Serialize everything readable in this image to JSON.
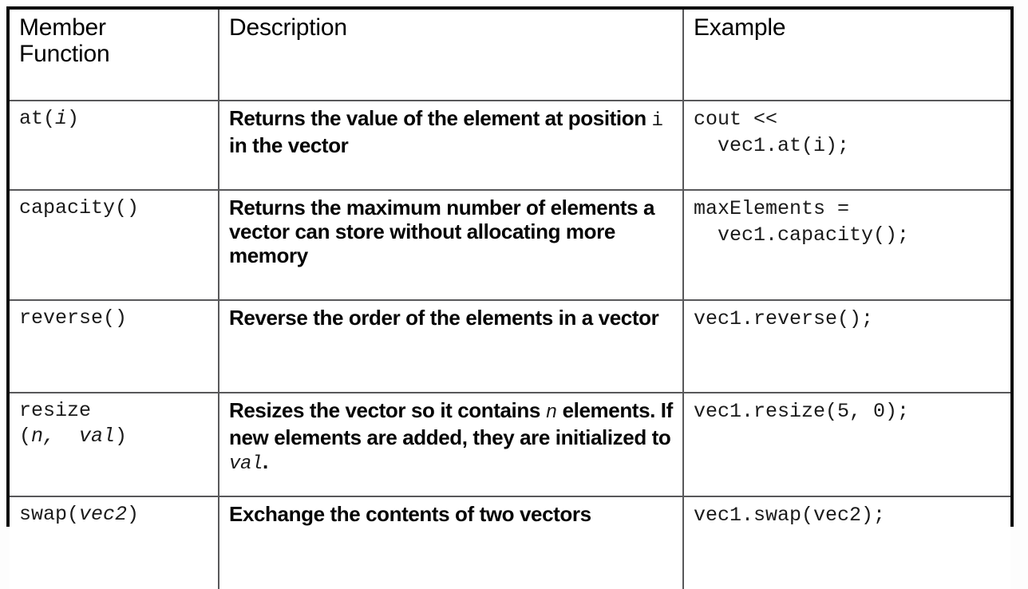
{
  "document": {
    "kind": "reference-table",
    "title": "Vector Member Functions"
  },
  "table": {
    "columns": [
      {
        "id": "member_function",
        "label": "Member\nFunction"
      },
      {
        "id": "description",
        "label": "Description"
      },
      {
        "id": "example",
        "label": "Example"
      }
    ],
    "rows": [
      {
        "id": "at",
        "name_plain": "at(",
        "name_italic": "i",
        "name_tail": ")",
        "desc_pre": "Returns the value of the element at position ",
        "desc_code": "i",
        "desc_post": " in the vector",
        "example": "cout <<\n  vec1.at(i);"
      },
      {
        "id": "capacity",
        "name_plain": "capacity()",
        "name_italic": "",
        "name_tail": "",
        "desc_pre": "Returns the maximum number of elements a vector can store without allocating more memory",
        "desc_code": "",
        "desc_post": "",
        "example": "maxElements =\n  vec1.capacity();"
      },
      {
        "id": "reverse",
        "name_plain": "reverse()",
        "name_italic": "",
        "name_tail": "",
        "desc_pre": "Reverse the order of the elements in a vector",
        "desc_code": "",
        "desc_post": "",
        "example": "vec1.reverse();"
      },
      {
        "id": "resize",
        "name_plain": "resize\n(",
        "name_italic": "n,  val",
        "name_tail": ")",
        "desc_pre": "Resizes the vector so it contains ",
        "desc_code": "n",
        "desc_post": " elements. If new elements are added, they are initialized to ",
        "desc_code2": "val",
        "desc_post2": ".",
        "example": "vec1.resize(5, 0);"
      },
      {
        "id": "swap",
        "name_plain": "swap(",
        "name_italic": "vec2",
        "name_tail": ")",
        "desc_pre": "Exchange the contents of two vectors",
        "desc_code": "",
        "desc_post": "",
        "example": "vec1.swap(vec2);"
      }
    ]
  },
  "colors": {
    "page_background": "#fdfdfd",
    "table_background": "#ffffff",
    "outer_border": "#0a0a0a",
    "inner_border": "#58585a",
    "text": "#050505",
    "code_text": "#1a1a1a"
  }
}
